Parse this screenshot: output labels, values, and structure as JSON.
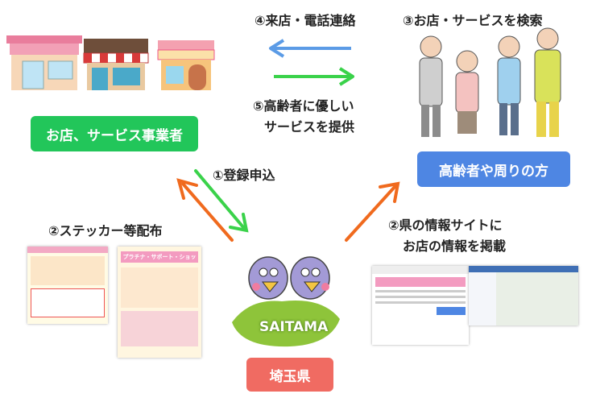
{
  "steps": {
    "contact": "④来店・電話連絡",
    "search": "③お店・サービスを検索",
    "offer_l1": "⑤高齢者に優しい",
    "offer_l2": "サービスを提供",
    "apply": "①登録申込",
    "sticker": "②ステッカー等配布",
    "info_l1": "②県の情報サイトに",
    "info_l2": "お店の情報を掲載"
  },
  "boxes": {
    "business": "お店、サービス事業者",
    "elderly": "高齢者や周りの方",
    "saitama": "埼玉県"
  },
  "mascot_banner": "SAITAMA",
  "flyer_title": "プラチナ・サポート・ショップ",
  "colors": {
    "green": "#22c65a",
    "blue": "#4e86e3",
    "salmon": "#f06b62",
    "arrow_green": "#3ad24a",
    "arrow_blue": "#5b9be6",
    "arrow_orange": "#f06a1e"
  }
}
